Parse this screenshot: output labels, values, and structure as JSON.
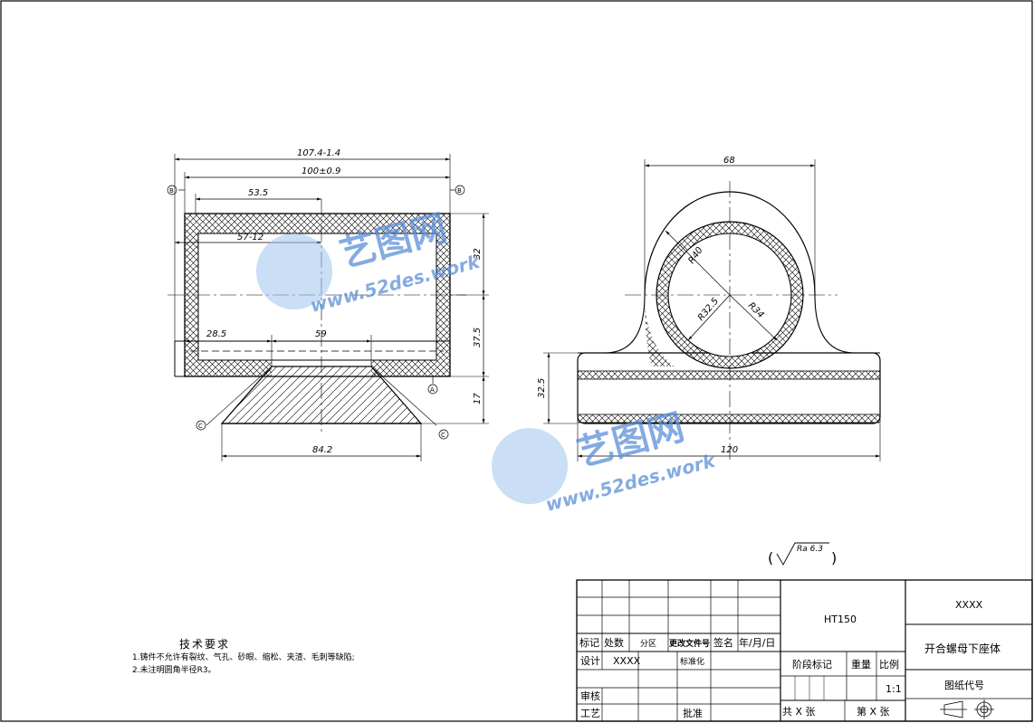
{
  "front_view": {
    "dims": {
      "overall_length": "107.4-1.4",
      "inner_length": "100±0.9",
      "d_53_5": "53.5",
      "d_57_12": "57-12",
      "d_32": "32",
      "d_37_5": "37.5",
      "d_17": "17",
      "d_28_5": "28.5",
      "d_59": "59",
      "d_84_2": "84.2"
    },
    "section_markers": {
      "left_top": "B",
      "right_top": "B",
      "right_bottom": "A",
      "left_cone": "C",
      "right_cone": "C"
    }
  },
  "side_view": {
    "dims": {
      "d_68": "68",
      "r_40": "R40",
      "r_32_5": "R32.5",
      "r_34": "R34",
      "d_32_5": "32.5",
      "d_120": "120"
    }
  },
  "surface_finish": {
    "symbol": "√",
    "value": "Ra 6.3"
  },
  "technical_requirements": {
    "title": "技术要求",
    "items": [
      "1.铸件不允许有裂纹、气孔、砂眼、缩松、夹渣、毛刺等缺陷;",
      "2.未注明圆角半径R3。"
    ]
  },
  "title_block": {
    "row_labels": {
      "mark": "标记",
      "count": "处数",
      "zone": "分区",
      "change_doc": "更改文件号",
      "signature": "签名",
      "date": "年/月/日",
      "design": "设计",
      "design_value": "XXXX",
      "standardize": "标准化",
      "review": "审核",
      "process": "工艺",
      "approve": "批准"
    },
    "material": "HT150",
    "stage_mark": "阶段标记",
    "weight": "重量",
    "scale_label": "比例",
    "scale_value": "1:1",
    "total_sheets": "共 X 张",
    "sheet_no": "第 X 张",
    "company": "XXXX",
    "part_name": "开合螺母下座体",
    "drawing_no": "图纸代号"
  },
  "watermark": {
    "brand": "艺图网",
    "url": "www.52des.work"
  }
}
